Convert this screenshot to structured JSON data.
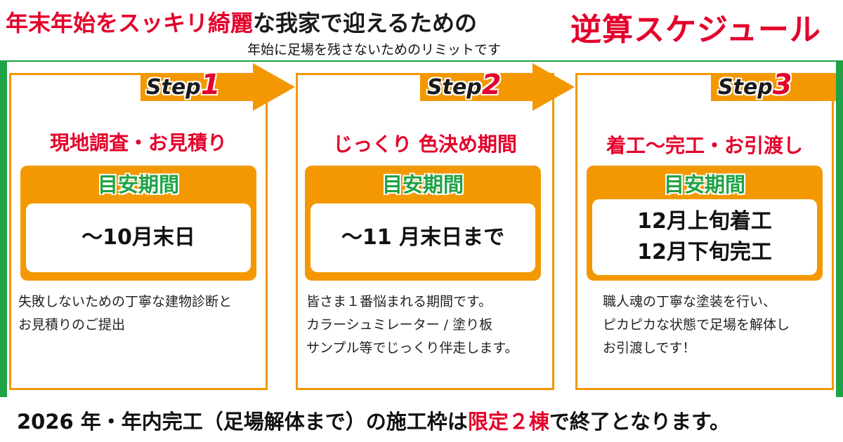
{
  "header": {
    "title_part1": "年末年始をスッキリ綺麗",
    "title_part2": "な我家で迎えるための",
    "title_big": "逆算スケジュール",
    "subtitle": "年始に足場を残さないためのリミットです"
  },
  "period_label": "目安期間",
  "steps": [
    {
      "label": "Step",
      "number": "1",
      "title": "現地調査・お見積り",
      "period_lines": [
        "〜10月末日"
      ],
      "desc_lines": [
        "失敗しないための丁寧な建物診断と",
        "お見積りのご提出"
      ]
    },
    {
      "label": "Step",
      "number": "2",
      "title": "じっくり 色決め期間",
      "period_lines": [
        "〜11 月末日まで"
      ],
      "desc_lines": [
        "皆さま１番悩まれる期間です。",
        "カラーシュミレーター / 塗り板",
        "サンプル等でじっくり伴走します。"
      ]
    },
    {
      "label": "Step",
      "number": "3",
      "title": "着工〜完工・お引渡し",
      "period_lines": [
        "12月上旬着工",
        "12月下旬完工"
      ],
      "desc_lines": [
        "職人魂の丁寧な塗装を行い、",
        "ピカピカな状態で足場を解体し",
        "お引渡しです！"
      ]
    }
  ],
  "footer": {
    "part1": "2026 年・年内完工（足場解体まで）の施工枠は",
    "part2": "限定２棟",
    "part3": "で終了となります。"
  },
  "colors": {
    "green": "#1fa346",
    "orange": "#f39800",
    "red": "#e4002b"
  }
}
